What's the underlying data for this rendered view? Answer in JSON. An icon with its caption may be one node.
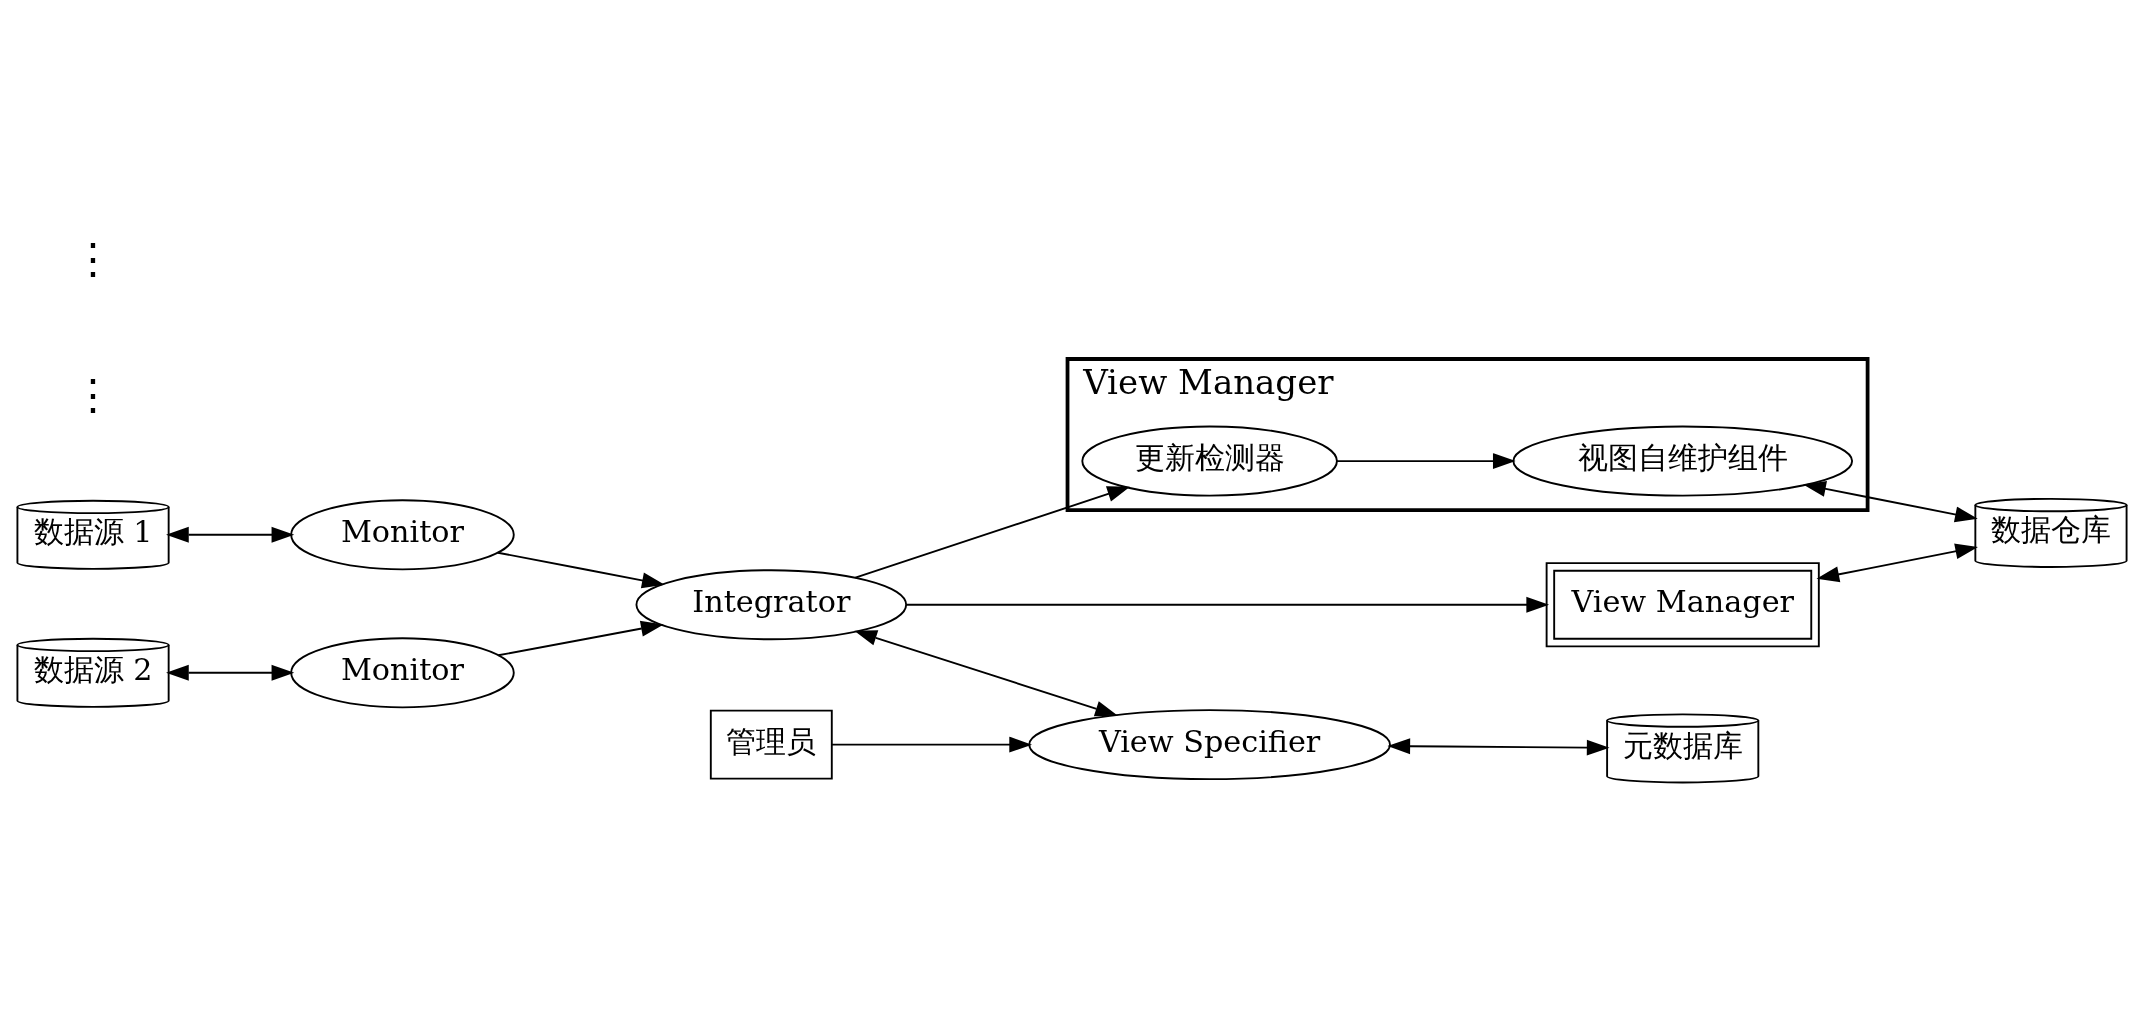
{
  "diagram": {
    "nodes": [
      {
        "text": [
          "数据源 1"
        ]
      },
      {
        "text": [
          "Monitor"
        ]
      },
      {
        "text": [
          "数据源 2"
        ]
      },
      {
        "text": [
          "Monitor"
        ]
      },
      {
        "text": [
          "Integrator"
        ]
      },
      {
        "text": [
          "View Manager"
        ]
      },
      {
        "text": [
          "更新检测器"
        ],
        "in": 5
      },
      {
        "text": [
          "视图自维护组件"
        ],
        "in": 5
      },
      {
        "text": [
          "View Manager"
        ]
      },
      {
        "text": [
          "View Specifier"
        ]
      },
      {
        "text": [
          "管理员"
        ]
      },
      {
        "text": [
          "元数据库"
        ]
      },
      {
        "text": [
          "数据仓库"
        ]
      }
    ],
    "edges": [
      {
        "from": 0,
        "to": 1,
        "arrow": "both"
      },
      {
        "from": 2,
        "to": 3,
        "arrow": "both"
      },
      {
        "from": 1,
        "to": 4,
        "arrow": "to"
      },
      {
        "from": 3,
        "to": 4,
        "arrow": "to"
      },
      {
        "from": 4,
        "to": 6,
        "arrow": "to"
      },
      {
        "from": 6,
        "to": 7,
        "arrow": "to"
      },
      {
        "from": 4,
        "to": 8,
        "arrow": "to"
      },
      {
        "from": 4,
        "to": 9,
        "arrow": "both"
      },
      {
        "from": 10,
        "to": 9,
        "arrow": "to"
      },
      {
        "from": 9,
        "to": 11,
        "arrow": "both"
      },
      {
        "from": 7,
        "to": 12,
        "arrow": "both"
      },
      {
        "from": 8,
        "to": 12,
        "arrow": "both"
      }
    ],
    "labels": [
      "⋮",
      "⋮"
    ]
  }
}
